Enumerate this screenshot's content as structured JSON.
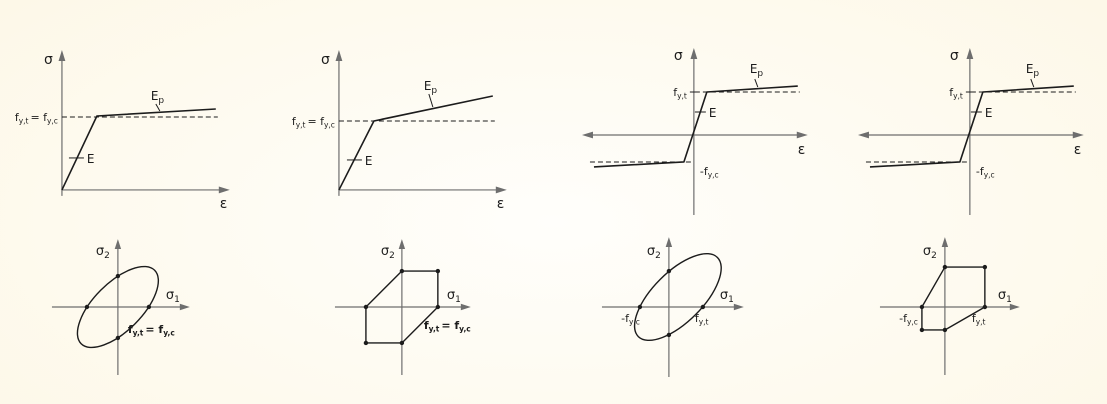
{
  "colors": {
    "background_center": "#fffefb",
    "background_edge": "#f5ebc8",
    "axis": "#6e6e6e",
    "curve": "#1c1c1c",
    "text": "#1c1c1c"
  },
  "labels": {
    "sigma": "σ",
    "epsilon": "ε",
    "elastic_modulus": "E",
    "hardening_modulus_base": "E",
    "hardening_modulus_sub": "p",
    "sigma1_base": "σ",
    "sigma1_sub": "1",
    "sigma2_base": "σ",
    "sigma2_sub": "2",
    "yield_eq_f1": "f",
    "yield_eq_s1": "y,t",
    "yield_eq_f2": "= f",
    "yield_eq_s2": "y,c",
    "yield_tension_f": "f",
    "yield_tension_s": "y,t",
    "yield_compression_f": "-f",
    "yield_compression_s": "y,c"
  }
}
